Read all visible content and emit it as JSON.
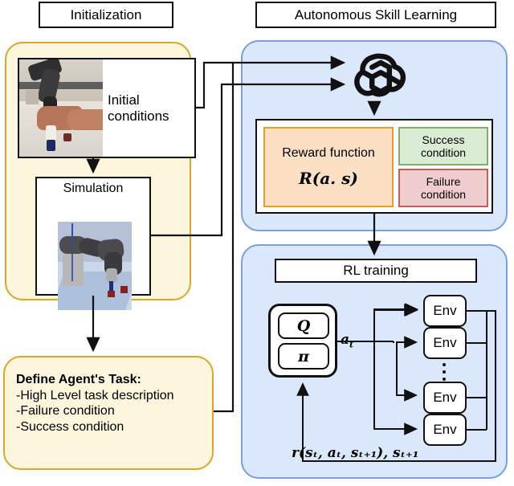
{
  "diagram": {
    "title_left": "Initialization",
    "title_right": "Autonomous Skill Learning"
  },
  "initialization": {
    "initial_conditions_label": "Initial\nconditions",
    "initial_conditions_line1": "Initial",
    "initial_conditions_line2": "conditions",
    "simulation_label": "Simulation",
    "photo_caption": "robot-arm-demonstration-photo",
    "sim_caption": "simulated-robot-arm-scene"
  },
  "task": {
    "heading": "Define Agent's Task:",
    "items": [
      "-High Level task description",
      "-Failure condition",
      "-Success condition"
    ]
  },
  "skill_learning": {
    "llm_icon_name": "openai-logo-icon",
    "reward_function_label": "Reward function",
    "reward_function_formula": "R(a. s)",
    "success_condition_line1": "Success",
    "success_condition_line2": "condition",
    "failure_condition_line1": "Failure",
    "failure_condition_line2": "condition"
  },
  "rl": {
    "training_label": "RL training",
    "q_label": "Q",
    "policy_label": "π",
    "action_label": "a",
    "action_sub": "t",
    "env_labels": [
      "Env",
      "Env",
      "Env",
      "Env"
    ],
    "feedback_label": "r(sₜ, aₜ, sₜ₊₁), sₜ₊₁",
    "vertical_dots": "⋮"
  },
  "colors": {
    "panel_yellow_fill": "#fdf6dd",
    "panel_yellow_border": "#d9a829",
    "panel_blue_fill": "#dbe7fa",
    "panel_blue_border": "#7aa0dd",
    "reward_fill": "#fbe0c4",
    "reward_border": "#e0a02a",
    "success_fill": "#dbecd4",
    "success_border": "#7fb069",
    "failure_fill": "#efcdcd",
    "failure_border": "#c05f5f",
    "line": "#111111"
  }
}
